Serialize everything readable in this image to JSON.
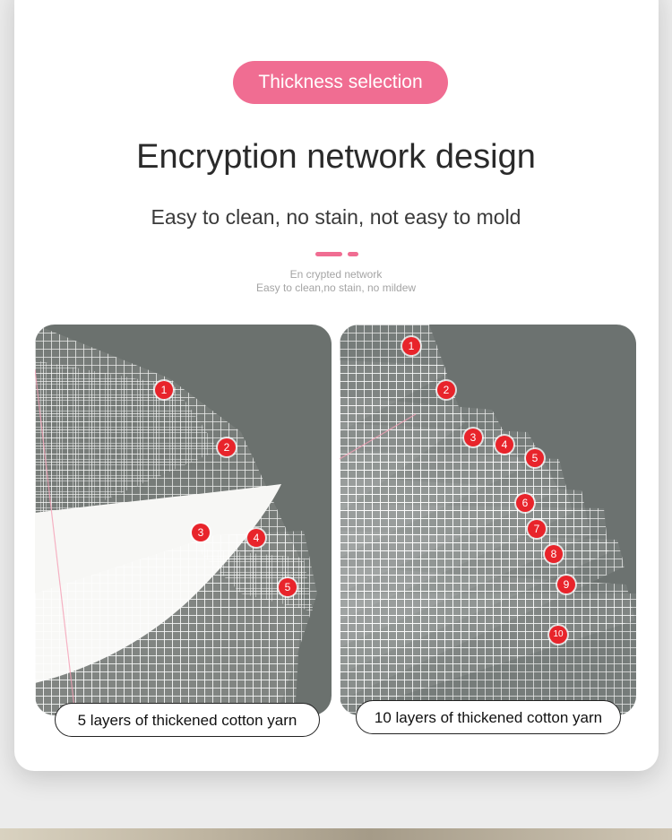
{
  "header": {
    "badge_label": "Thickness selection",
    "title": "Encryption network design",
    "subtitle": "Easy to clean, no stain, not easy to mold",
    "small_line_1": "En crypted network",
    "small_line_2": "Easy to clean,no stain, no mildew"
  },
  "colors": {
    "accent": "#f06d92",
    "marker": "#e8242b",
    "photo_bg": "#6d7370"
  },
  "panels": [
    {
      "caption": "5 layers of thickened cotton yarn",
      "markers": [
        "1",
        "2",
        "3",
        "4",
        "5"
      ]
    },
    {
      "caption": "10 layers of thickened cotton yarn",
      "markers": [
        "1",
        "2",
        "3",
        "4",
        "5",
        "6",
        "7",
        "8",
        "9",
        "10"
      ]
    }
  ]
}
